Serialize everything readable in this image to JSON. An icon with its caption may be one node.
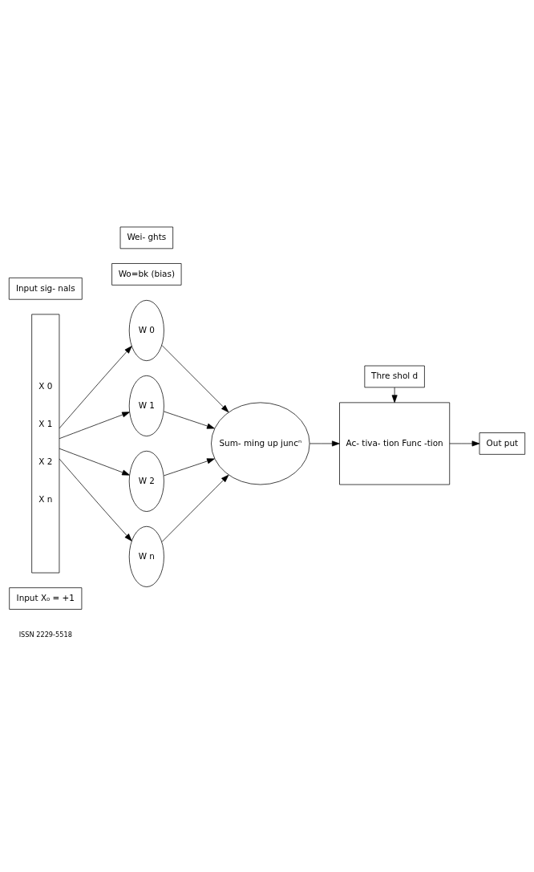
{
  "diagram": {
    "nodes": [
      {
        "text": [
          "Input X₀ = +1"
        ]
      },
      {
        "text": [
          "Wo=bk (bias)"
        ]
      },
      {
        "text": [
          "X 0",
          "X 1",
          "X 2",
          "X n"
        ]
      },
      {
        "text": [
          "W 0"
        ]
      },
      {
        "text": [
          "W 1"
        ]
      },
      {
        "text": [
          "W 2"
        ]
      },
      {
        "text": [
          "W n"
        ]
      },
      {
        "text": [
          "Sum- ming up juncⁿ"
        ]
      },
      {
        "text": [
          "Ac- tiva- tion Func -tion"
        ]
      },
      {
        "text": [
          "Out put"
        ]
      },
      {
        "text": [
          "Input sig- nals"
        ]
      },
      {
        "text": [
          "Wei- ghts"
        ]
      },
      {
        "text": [
          "Thre shol d"
        ]
      }
    ],
    "edges": [
      {
        "from": 2,
        "to": 3,
        "arrow": "to"
      },
      {
        "from": 2,
        "to": 4,
        "arrow": "to"
      },
      {
        "from": 2,
        "to": 5,
        "arrow": "to"
      },
      {
        "from": 2,
        "to": 6,
        "arrow": "to"
      },
      {
        "from": 3,
        "to": 7,
        "arrow": "to"
      },
      {
        "from": 4,
        "to": 7,
        "arrow": "to"
      },
      {
        "from": 5,
        "to": 7,
        "arrow": "to"
      },
      {
        "from": 6,
        "to": 7,
        "arrow": "to"
      },
      {
        "from": 7,
        "to": 8,
        "arrow": "to"
      },
      {
        "from": 8,
        "to": 9,
        "arrow": "to"
      },
      {
        "from": 12,
        "to": 8,
        "arrow": "to"
      }
    ],
    "labels": [
      "ISSN 2229-5518"
    ]
  }
}
